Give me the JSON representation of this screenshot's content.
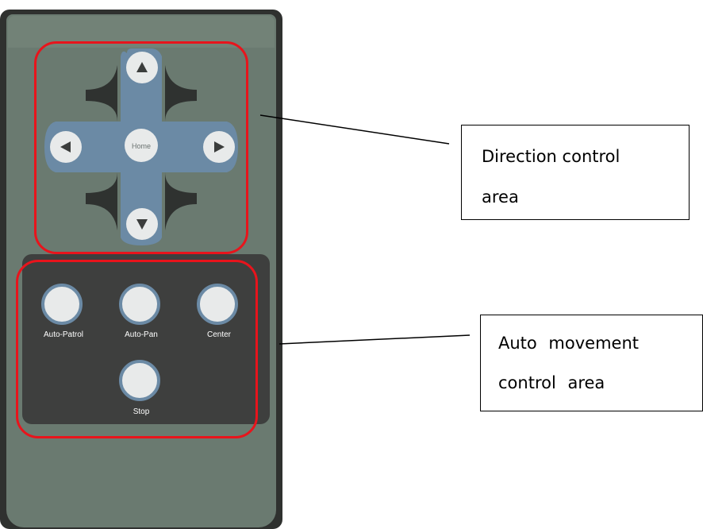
{
  "remote": {
    "direction_pad": {
      "home_label": "Home",
      "up_icon": "triangle-up-icon",
      "down_icon": "triangle-down-icon",
      "left_icon": "triangle-left-icon",
      "right_icon": "triangle-right-icon"
    },
    "auto_buttons": [
      {
        "label": "Auto-Patrol"
      },
      {
        "label": "Auto-Pan"
      },
      {
        "label": "Center"
      },
      {
        "label": "Stop"
      }
    ]
  },
  "callouts": {
    "direction": {
      "line1": "Direction control",
      "line2": "area"
    },
    "auto": {
      "line1": "Auto movement",
      "line2": "control area"
    }
  },
  "colors": {
    "remote_face": "#6a7a70",
    "remote_edge": "#2f312f",
    "auto_panel": "#3e3f3e",
    "dpad_fill": "#6b8aa5",
    "button_fill": "#e8eaea",
    "highlight": "#e8141c"
  }
}
